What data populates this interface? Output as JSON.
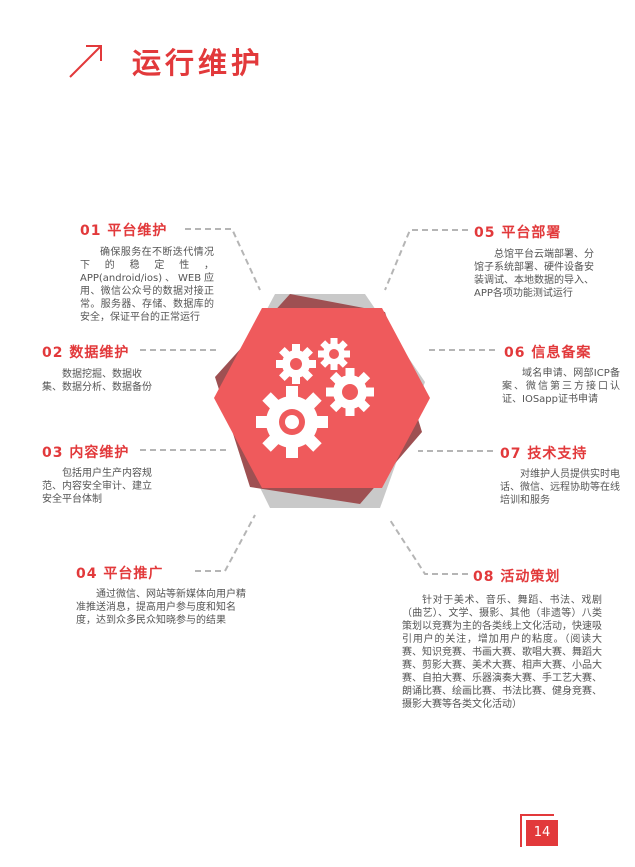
{
  "page": {
    "title": "运行维护",
    "page_number": "14"
  },
  "sections": [
    {
      "heading": "01 平台维护",
      "body": "确保服务在不断迭代情况下的稳定性，APP(android/ios)、WEB应用、微信公众号的数据对接正常。服务器、存储、数据库的安全，保证平台的正常运行"
    },
    {
      "heading": "02 数据维护",
      "body": "数据挖掘、数据收集、数据分析、数据备份"
    },
    {
      "heading": "03 内容维护",
      "body": "包括用户生产内容规范、内容安全审计、建立安全平台体制"
    },
    {
      "heading": "04 平台推广",
      "body": "通过微信、网站等新媒体向用户精准推送消息，提高用户参与度和知名度，达到众多民众知晓参与的结果"
    },
    {
      "heading": "05 平台部署",
      "body": "总馆平台云端部署、分馆子系统部署、硬件设备安装调试、本地数据的导入、APP各项功能测试运行"
    },
    {
      "heading": "06 信息备案",
      "body": "域名申请、网部ICP备案、微信第三方接口认证、IOSapp证书申请"
    },
    {
      "heading": "07 技术支持",
      "body": "对维护人员提供实时电话、微信、远程协助等在线培训和服务"
    },
    {
      "heading": "08 活动策划",
      "body": "针对于美术、音乐、舞蹈、书法、戏剧（曲艺）、文学、摄影、其他（非遗等）八类策划以竞赛为主的各类线上文化活动，快速吸引用户的关注，增加用户的粘度。（阅读大赛、知识竞赛、书画大赛、歌唱大赛、舞蹈大赛、剪影大赛、美术大赛、相声大赛、小品大赛、自拍大赛、乐器演奏大赛、手工艺大赛、朗诵比赛、绘画比赛、书法比赛、健身竞赛、摄影大赛等各类文化活动）"
    }
  ],
  "colors": {
    "accent": "#e2393b",
    "hexagon": "#ef5a5c",
    "shadow_dark": "#9e5052",
    "shadow_light": "#c9c9c9",
    "connector": "#b5b5b5"
  },
  "icons": {
    "header": "arrow-up-right-icon",
    "center": "gears-icon"
  }
}
